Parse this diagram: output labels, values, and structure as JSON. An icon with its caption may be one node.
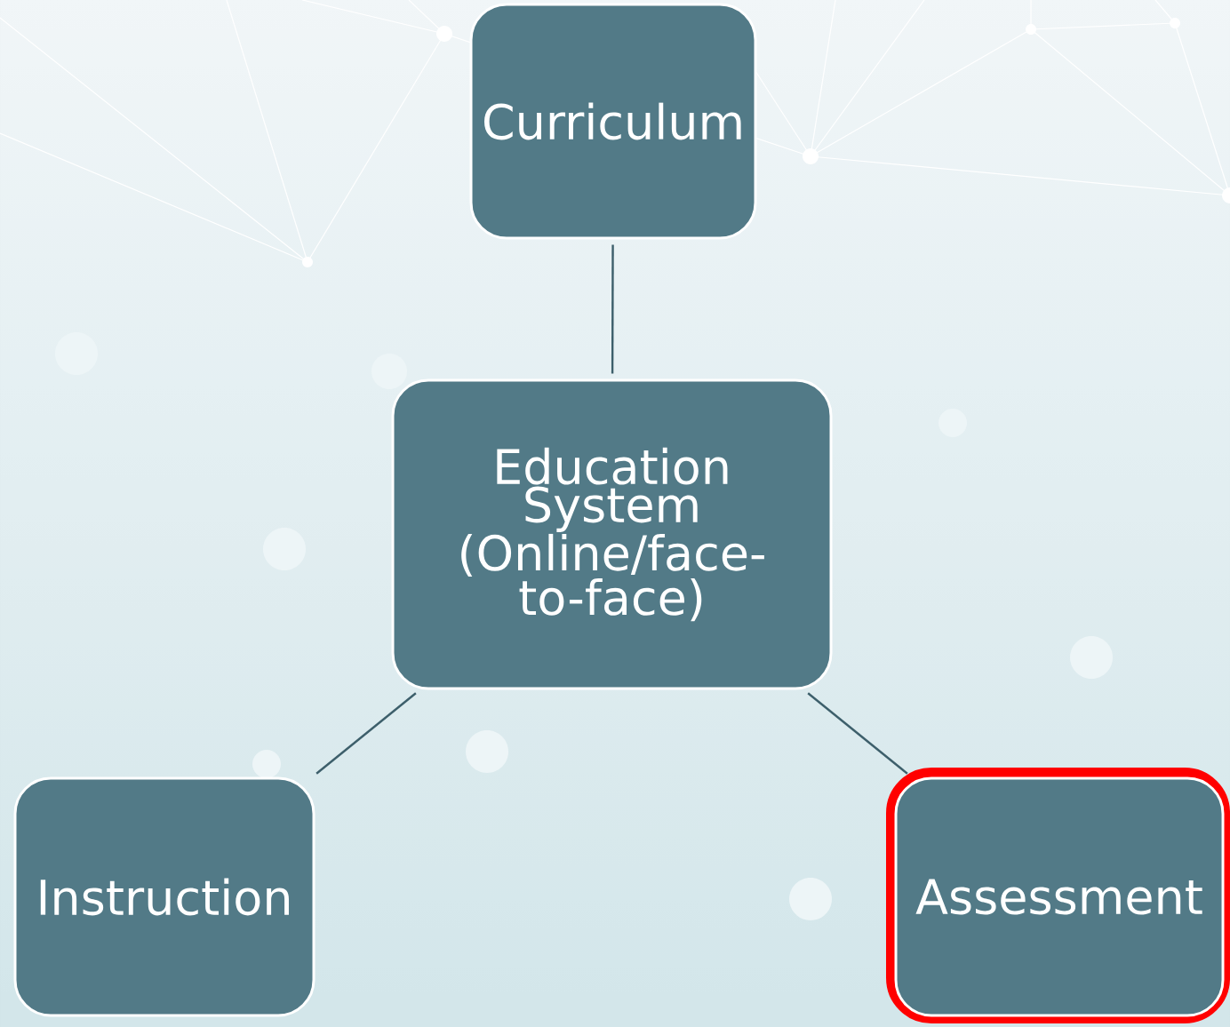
{
  "diagram": {
    "nodes": [
      {
        "text": [
          "Curriculum"
        ]
      },
      {
        "text": [
          "Education System (Online/face-to-face)"
        ]
      },
      {
        "text": [
          "Instruction"
        ]
      },
      {
        "text": [
          "Assessment"
        ]
      }
    ],
    "edges": [
      {
        "from": 0,
        "to": 1,
        "arrow": "none"
      },
      {
        "from": 1,
        "to": 2,
        "arrow": "none"
      },
      {
        "from": 1,
        "to": 3,
        "arrow": "none"
      }
    ]
  }
}
